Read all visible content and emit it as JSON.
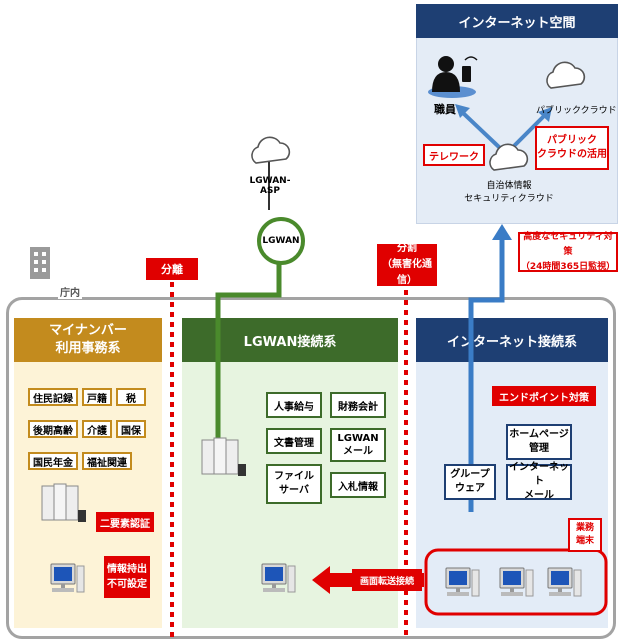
{
  "internet_space": {
    "title": "インターネット空間",
    "staff": "職員",
    "public_cloud": "パブリッククラウド",
    "telework": "テレワーク",
    "public_cloud_use": "パブリック\nクラウドの活用",
    "municipal_cloud": "自治体情報\nセキュリティクラウド"
  },
  "security": {
    "label": "高度なセキュリティ対策\n（24時間365日監視）"
  },
  "lgwan_asp": {
    "label": "LGWAN-ASP"
  },
  "lgwan": {
    "label": "LGWAN"
  },
  "bunri": {
    "label": "分離"
  },
  "bunkatsu": {
    "label": "分割\n（無害化通信）"
  },
  "office": {
    "label": "庁内"
  },
  "mynumber": {
    "title": "マイナンバー\n利用事務系",
    "items": [
      "住民記録",
      "戸籍",
      "税",
      "後期高齢",
      "介護",
      "国保",
      "国民年金",
      "福祉関連"
    ],
    "two_factor": "二要素認証",
    "no_export": "情報持出\n不可設定"
  },
  "lgwan_system": {
    "title": "LGWAN接続系",
    "items": [
      "人事給与",
      "財務会計",
      "文書管理",
      "LGWAN\nメール",
      "ファイル\nサーバ",
      "入札情報"
    ]
  },
  "internet_system": {
    "title": "インターネット接続系",
    "endpoint": "エンドポイント対策",
    "items": [
      "ホームページ\n管理",
      "グループ\nウェア",
      "インターネット\nメール"
    ],
    "terminal": "業務\n端末"
  },
  "screen_transfer": {
    "label": "画面転送接続"
  },
  "colors": {
    "mynumber": "#c38b1e",
    "lgwan": "#3d6b2a",
    "internet": "#1e3f73",
    "red": "#e00000",
    "arrow_blue": "#3a7cc6"
  }
}
